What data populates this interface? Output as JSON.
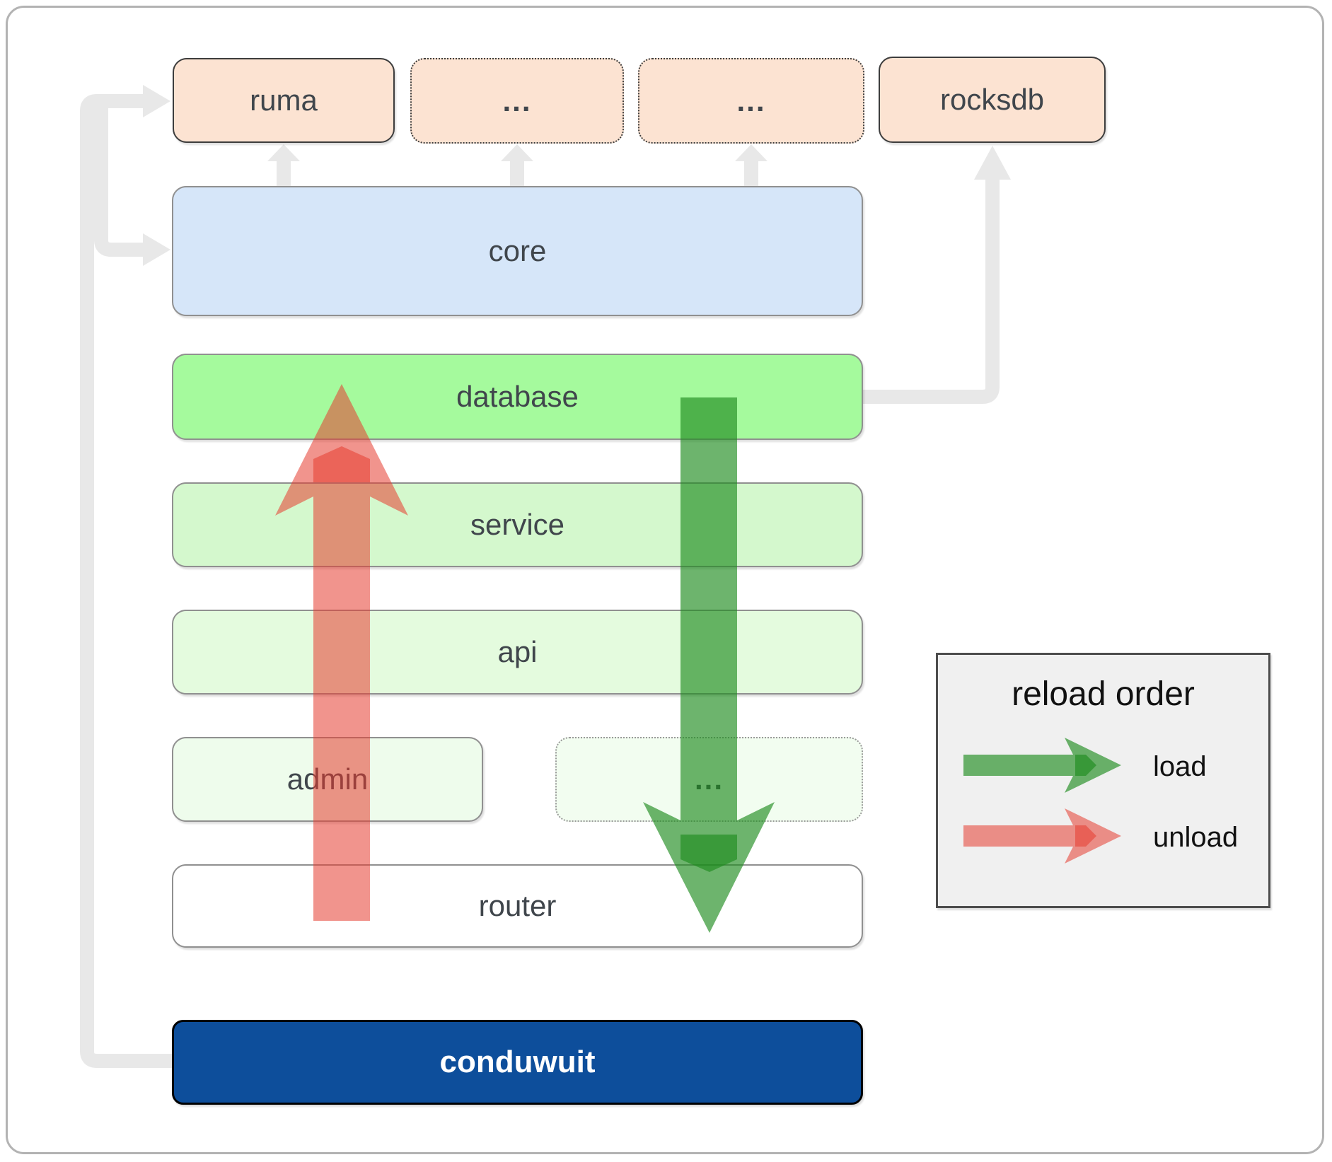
{
  "nodes": {
    "ruma": "ruma",
    "dots1": "...",
    "dots2": "...",
    "rocksdb": "rocksdb",
    "core": "core",
    "database": "database",
    "service": "service",
    "api": "api",
    "admin": "admin",
    "dots3": "...",
    "router": "router",
    "conduwuit": "conduwuit"
  },
  "legend": {
    "title": "reload order",
    "load_label": "load",
    "unload_label": "unload"
  },
  "colors": {
    "load_green": "#1f8c1f",
    "unload_red": "#e63c30",
    "connector_gray": "#e8e8e8",
    "node_peach": "#fce3d2",
    "node_core_blue": "#d6e6f9",
    "node_database_green": "#a5fa9d",
    "node_service_green": "#d4f8cd",
    "node_api_green": "#e4fbde",
    "node_admin_green": "#eefcec",
    "node_more_green": "#f2fdf0",
    "node_router_white": "#ffffff",
    "node_app_blue": "#0d4e9b",
    "legend_bg": "#f0f0f0"
  }
}
